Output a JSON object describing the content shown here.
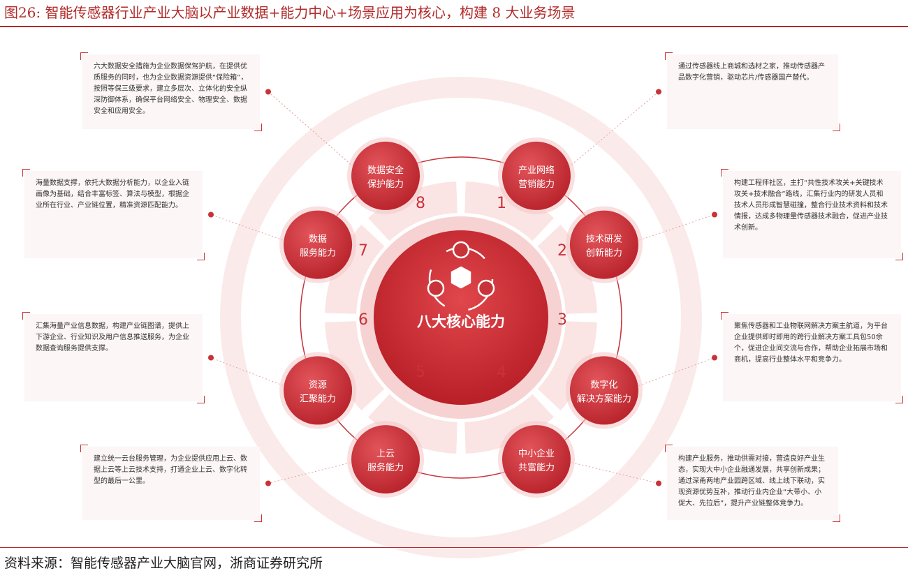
{
  "title": "图26:   智能传感器行业产业大脑以产业数据+能力中心+场景应用为核心，构建 8 大业务场景",
  "center": {
    "label": "八大核心能力"
  },
  "capabilities": [
    {
      "num": "1",
      "line1": "产业网络",
      "line2": "营销能力",
      "desc": "通过传感器线上商城和选材之家，推动传感器产品数字化营销，驱动芯片/传感器国产替代。"
    },
    {
      "num": "2",
      "line1": "技术研发",
      "line2": "创新能力",
      "desc": "构建工程师社区，主打“共性技术攻关+关键技术攻关+技术融合”路线，汇集行业内的研发人员和技术人员形成智慧碰撞，整合行业技术资料和技术情报，达成多物理量传感器技术融合，促进产业技术创新。"
    },
    {
      "num": "3",
      "line1": "数字化",
      "line2": "解决方案能力",
      "desc": "聚焦传感器和工业物联网解决方案主航道，为平台企业提供即时即用的跨行业解决方案工具包50余个，促进企业间交流与合作，帮助企业拓展市场和商机，提高行业整体水平和竞争力。"
    },
    {
      "num": "4",
      "line1": "中小企业",
      "line2": "共富能力",
      "desc": "构建产业服务，推动供需对接，营造良好产业生态，实现大中小企业融通发展，共享创新成果；通过深甬两地产业园跨区域、线上线下联动，实现资源优势互补，推动行业内企业“大带小、小促大、先拉后”，提升产业链整体竞争力。"
    },
    {
      "num": "5",
      "line1": "上云",
      "line2": "服务能力",
      "desc": "建立统一云台服务管理，为企业提供应用上云、数据上云等上云技术支持，打通企业上云、数字化转型的最后一公里。"
    },
    {
      "num": "6",
      "line1": "资源",
      "line2": "汇聚能力",
      "desc": "汇集海量产业信息数据，构建产业链图谱，提供上下游企业、行业知识及用户信息推送服务，为企业数据查询服务提供支撑。"
    },
    {
      "num": "7",
      "line1": "数据",
      "line2": "服务能力",
      "desc": "海量数据支撑，依托大数据分析能力，以企业入链画像为基础，结合丰富标签、算法与模型，根据企业所在行业、产业链位置，精准资源匹配能力。"
    },
    {
      "num": "8",
      "line1": "数据安全",
      "line2": "保护能力",
      "desc": "六大数据安全措施为企业数据保驾护航，在提供优质服务的同时，也为企业数据资源提供“保险箱”，按照等保三级要求，建立多层次、立体化的安全纵深防御体系，确保平台网络安全、物理安全、数据安全和应用安全。"
    }
  ],
  "source": "资料来源：智能传感器产业大脑官网，浙商证券研究所",
  "colors": {
    "accent": "#b22a2a",
    "node": "#c8333a"
  }
}
